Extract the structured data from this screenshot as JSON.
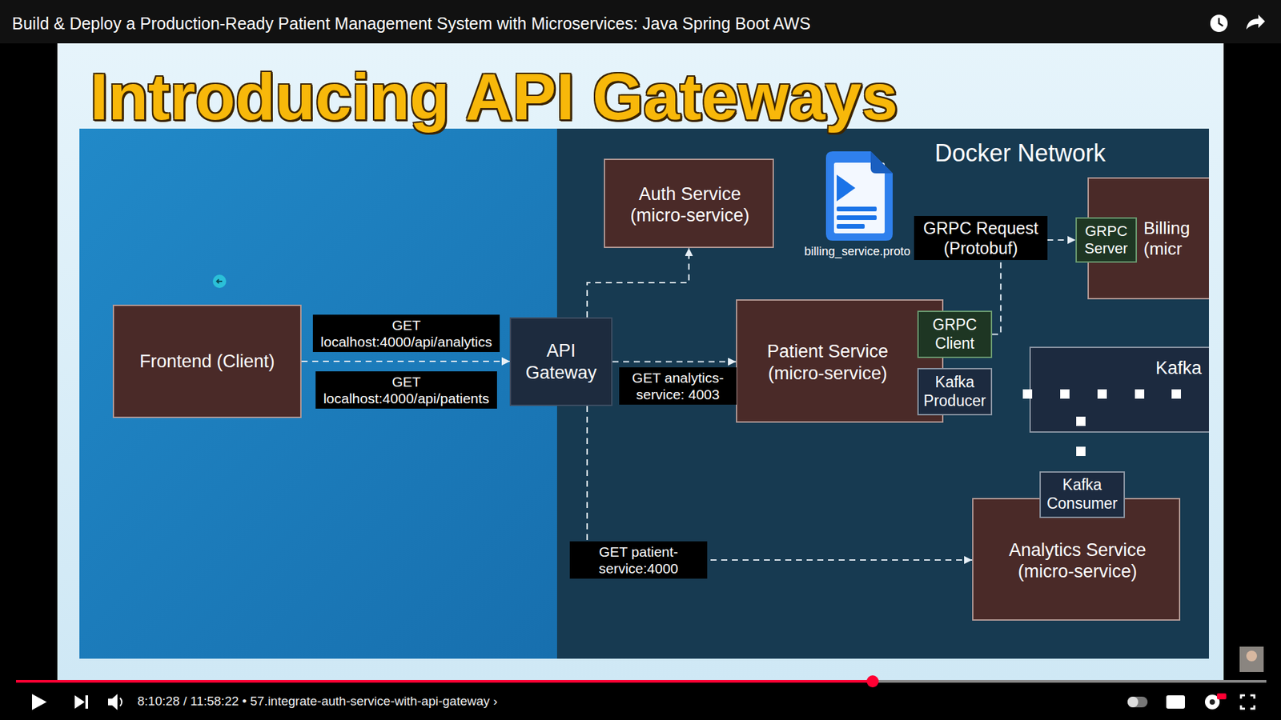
{
  "diagram": {
    "title": "Introducing API Gateways",
    "nodes": [
      {
        "text": [
          "Frontend (Client)"
        ]
      },
      {
        "text": [
          "API Gateway"
        ]
      },
      {
        "text": [
          "Docker Network"
        ]
      },
      {
        "text": [
          "Auth Service (micro-service)"
        ],
        "in": 2
      },
      {
        "text": [
          "Patient Service (micro-service)"
        ],
        "in": 2
      },
      {
        "text": [
          "GRPC Client"
        ],
        "in": 4
      },
      {
        "text": [
          "Kafka Producer"
        ],
        "in": 4
      },
      {
        "text": [
          "Billing (micr"
        ],
        "in": 2
      },
      {
        "text": [
          "GRPC Server"
        ],
        "in": 7
      },
      {
        "text": [
          "Kafka"
        ],
        "in": 2
      },
      {
        "text": [
          "Analytics Service (micro-service)"
        ],
        "in": 2
      },
      {
        "text": [
          "Kafka Consumer"
        ],
        "in": 10
      }
    ],
    "edges": [
      {
        "from": 0,
        "to": 1,
        "arrow": "to",
        "label": "GET localhost:4000/api/analytics"
      },
      {
        "from": 0,
        "to": 1,
        "arrow": "to",
        "label": "GET localhost:4000/api/patients"
      },
      {
        "from": 1,
        "to": 3,
        "arrow": "to"
      },
      {
        "from": 1,
        "to": 4,
        "arrow": "to",
        "label": "GET analytics-service: 4003"
      },
      {
        "from": 1,
        "to": 10,
        "arrow": "to",
        "label": "GET patient-service:4000"
      },
      {
        "from": 5,
        "to": 8,
        "arrow": "to",
        "label": "GRPC Request (Protobuf)"
      },
      {
        "from": 9,
        "to": 11,
        "arrow": "none"
      }
    ],
    "labels": [
      "billing_service.proto",
      "Build & Deploy a Production-Ready Patient Management System with Microservices: Java Spring Boot AWS",
      "8:10:28 / 11:58:22 • 57.integrate-auth-service-with-api-gateway ›"
    ]
  }
}
